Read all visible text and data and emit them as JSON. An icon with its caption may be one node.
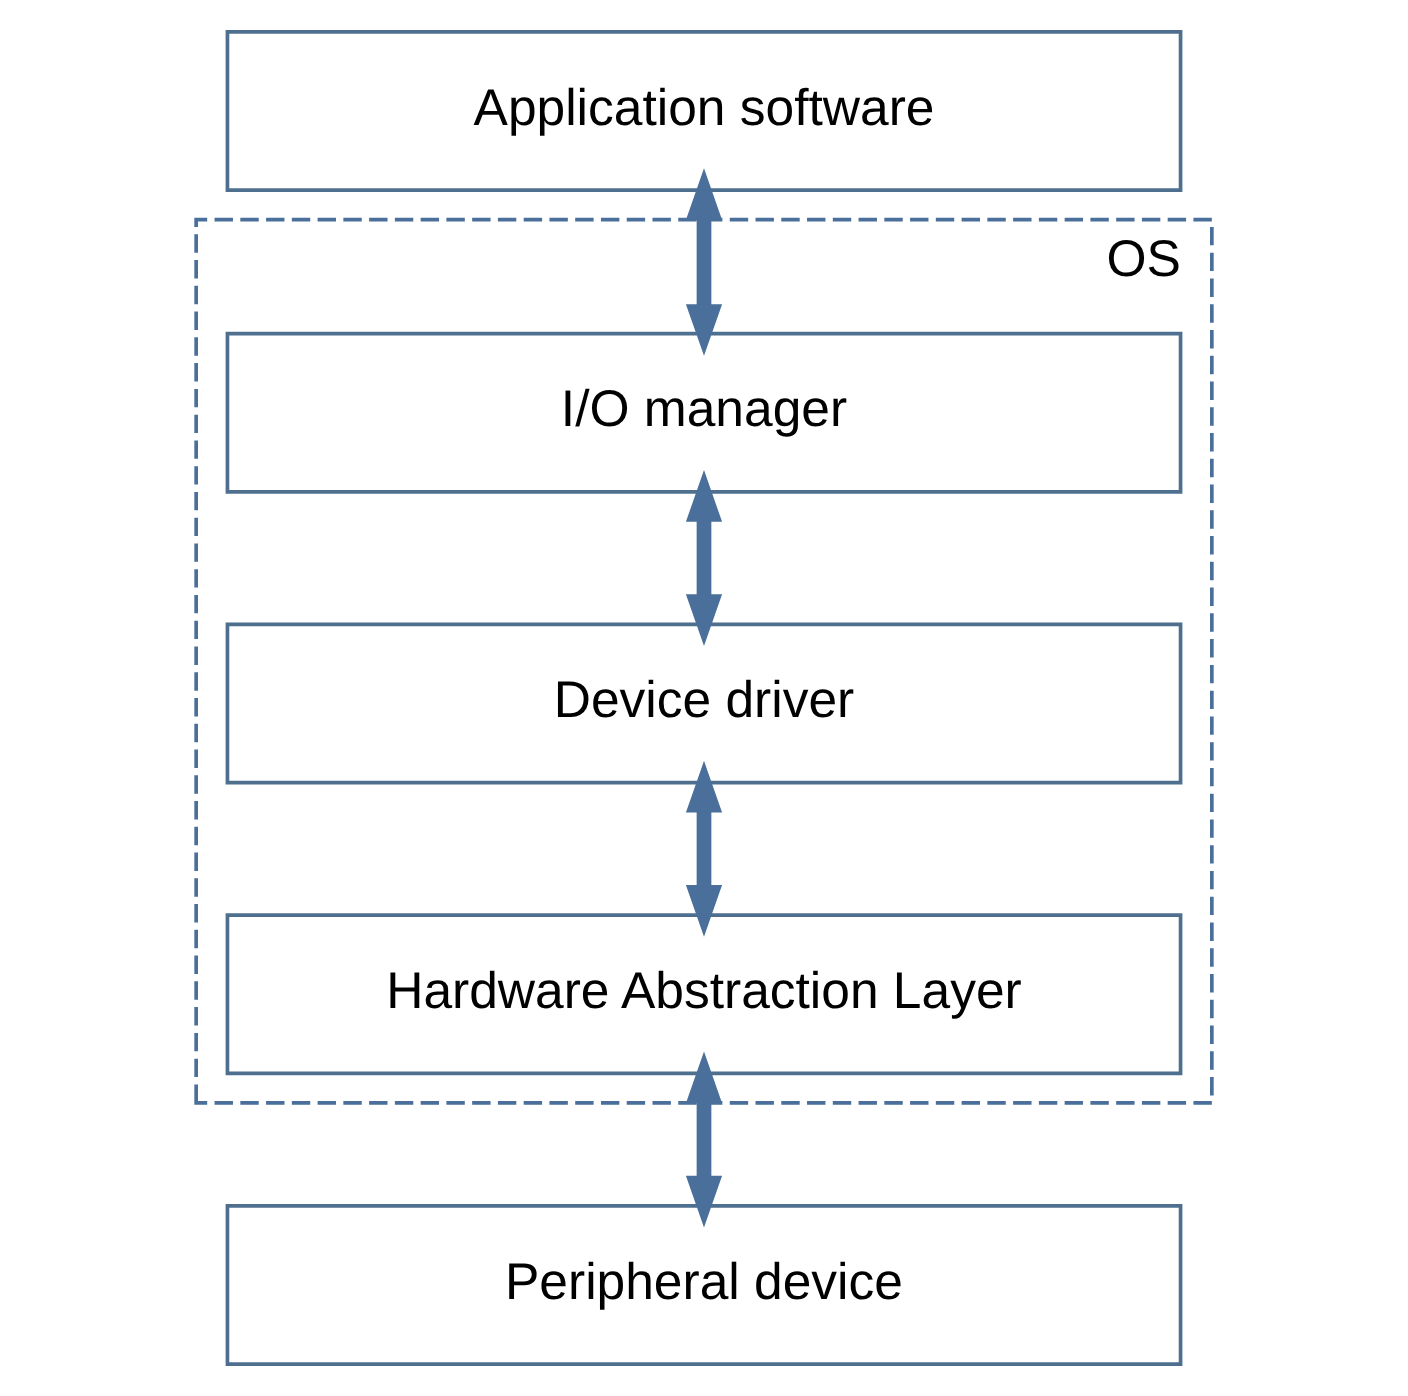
{
  "diagram": {
    "nodes": [
      {
        "text": [
          "Application software"
        ]
      },
      {
        "text": [
          "OS"
        ]
      },
      {
        "text": [
          "I/O manager"
        ],
        "in": 1
      },
      {
        "text": [
          "Device driver"
        ],
        "in": 1
      },
      {
        "text": [
          "Hardware Abstraction Layer"
        ],
        "in": 1
      },
      {
        "text": [
          "Peripheral device"
        ]
      }
    ],
    "edges": [
      {
        "from": 0,
        "to": 2,
        "arrow": "both"
      },
      {
        "from": 2,
        "to": 3,
        "arrow": "both"
      },
      {
        "from": 3,
        "to": 4,
        "arrow": "both"
      },
      {
        "from": 4,
        "to": 5,
        "arrow": "both"
      }
    ]
  }
}
